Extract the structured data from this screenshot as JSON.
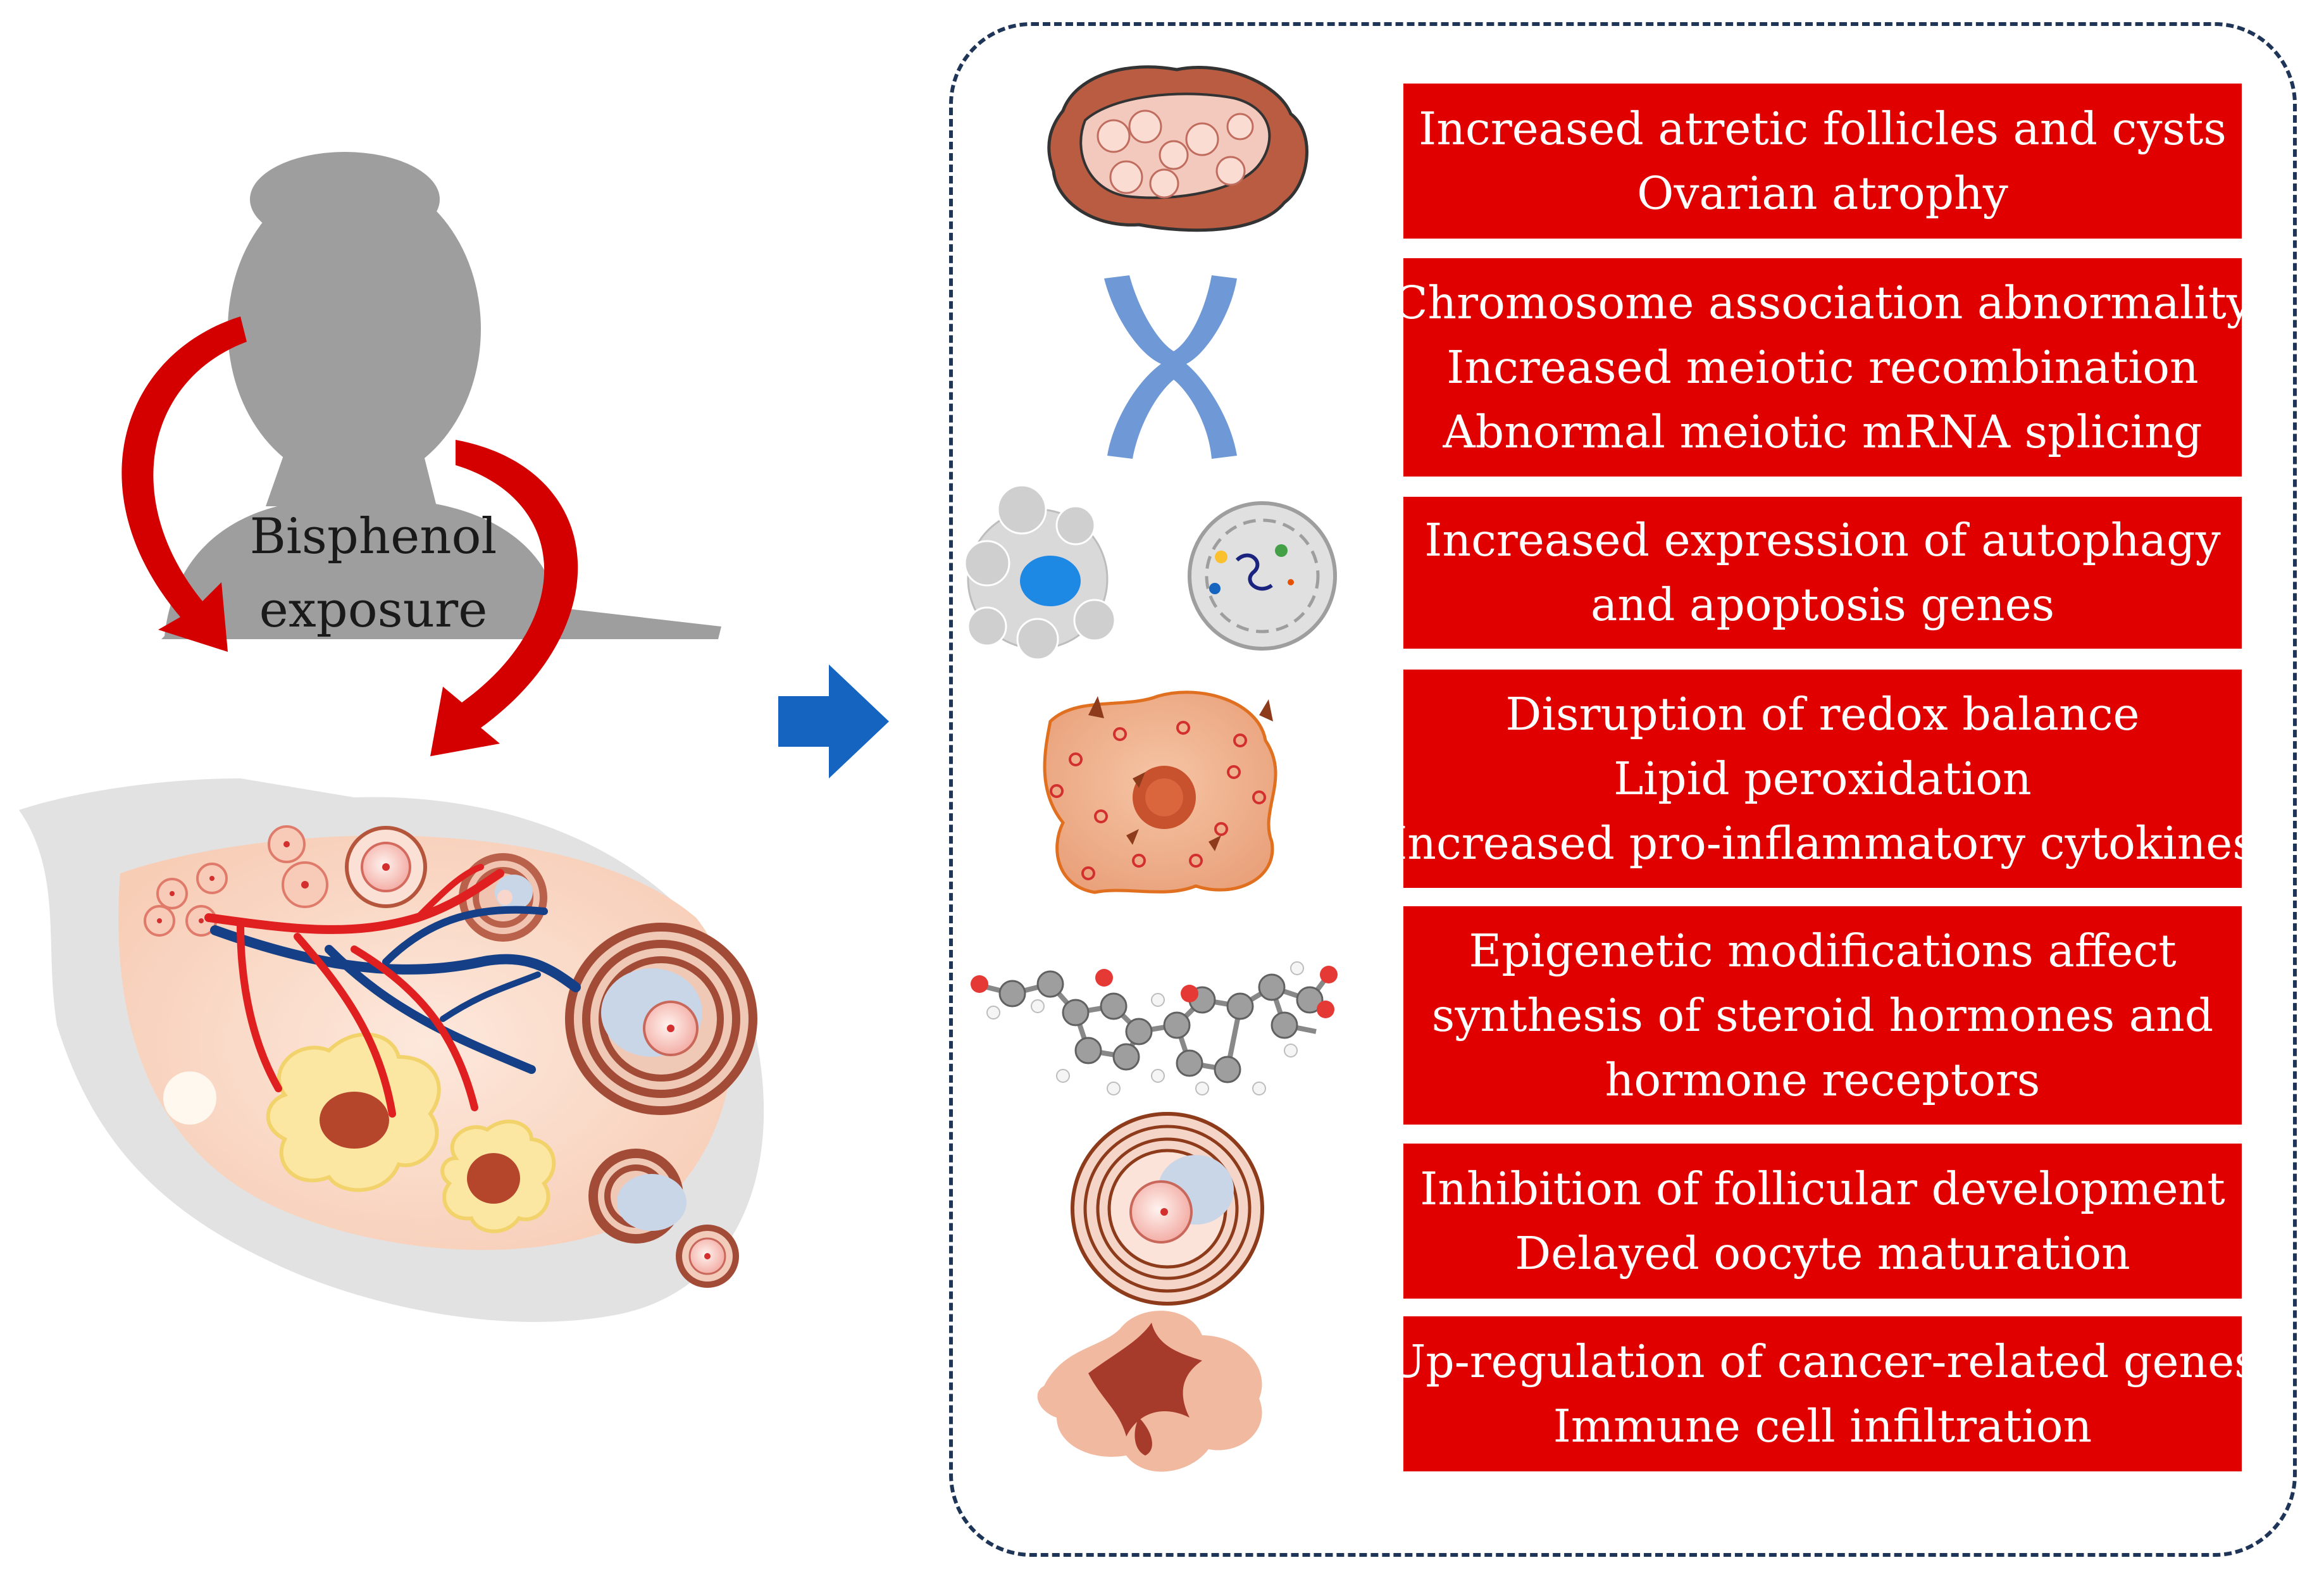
{
  "exposure": {
    "line1": "Bisphenol",
    "line2": "exposure"
  },
  "effects": [
    {
      "icon": "ovary-icon",
      "lines": [
        "Increased atretic follicles and cysts",
        "Ovarian atrophy"
      ]
    },
    {
      "icon": "chromosome-icon",
      "lines": [
        "Chromosome association abnormality",
        "Increased meiotic recombination",
        "Abnormal meiotic mRNA splicing"
      ]
    },
    {
      "icon": "autophagy-apoptosis-cell-icon",
      "lines": [
        "Increased expression of autophagy",
        "and apoptosis genes"
      ]
    },
    {
      "icon": "oxidative-stress-cell-icon",
      "lines": [
        "Disruption of redox balance",
        "Lipid peroxidation",
        "Increased pro-inflammatory cytokines"
      ]
    },
    {
      "icon": "steroid-molecule-icon",
      "lines": [
        "Epigenetic modifications affect",
        "synthesis of steroid hormones and",
        "hormone receptors"
      ]
    },
    {
      "icon": "follicle-icon",
      "lines": [
        "Inhibition of follicular development",
        "Delayed oocyte maturation"
      ]
    },
    {
      "icon": "tumor-icon",
      "lines": [
        "Up-regulation of cancer-related genes",
        "Immune cell infiltration"
      ]
    }
  ],
  "colors": {
    "box_red": "#e00000",
    "arrow_red": "#d40000",
    "arrow_blue": "#1565c0",
    "panel_border": "#1f3557",
    "silhouette": "#9e9e9e"
  }
}
